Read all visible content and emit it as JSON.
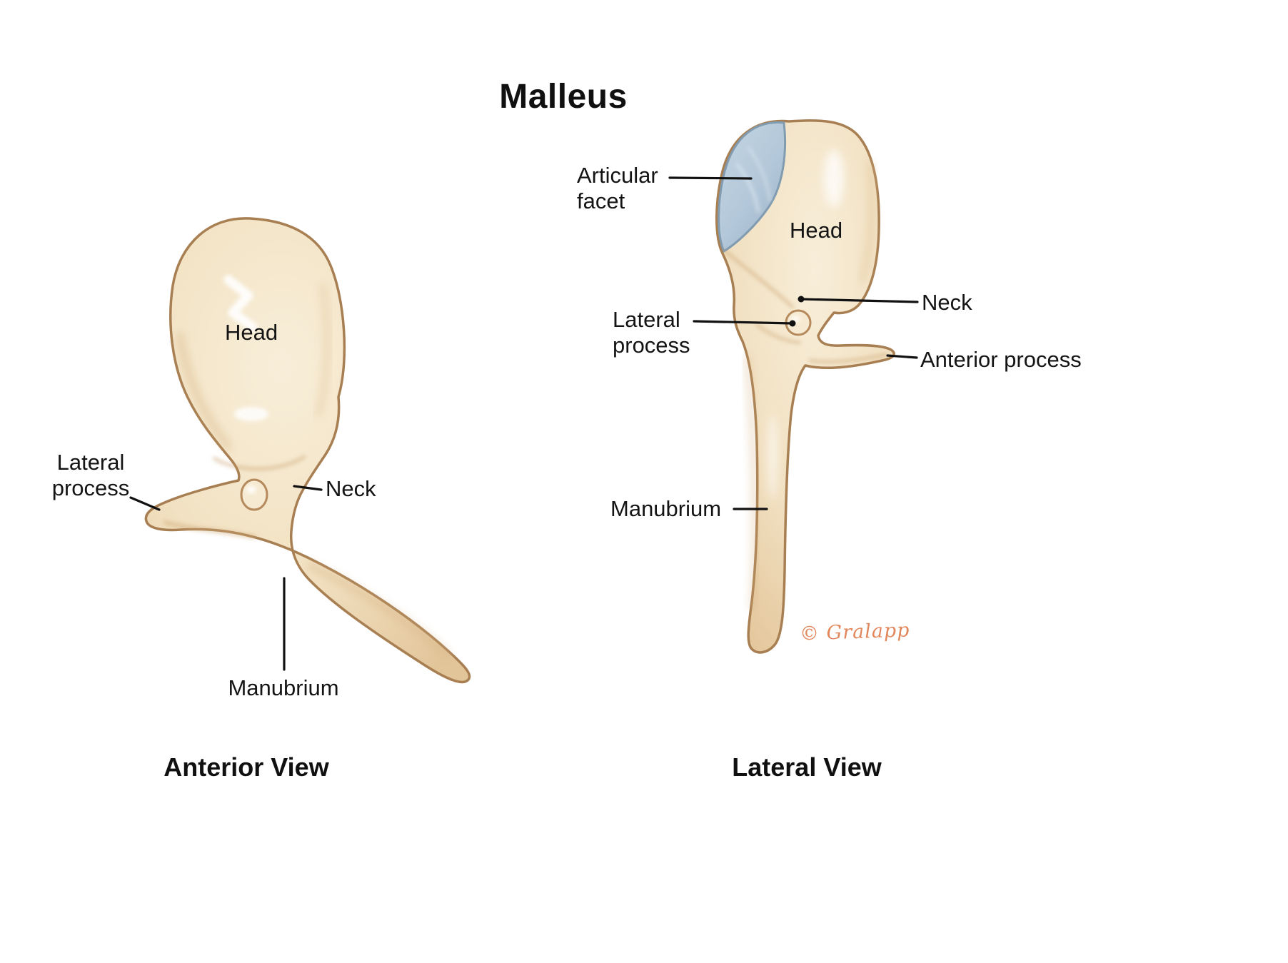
{
  "title": "Malleus",
  "signature": "© Gralapp",
  "colors": {
    "bone_light": "#f7ecd6",
    "bone_mid": "#f1e1c2",
    "bone_edge": "#e2c59b",
    "outline": "#a87f52",
    "shade": "#c9a06d",
    "facet_fill": "#b5c9da",
    "facet_edge": "#819bb0",
    "label_text": "#141414",
    "leader_line": "#111111",
    "signature": "#e2875c"
  },
  "views": {
    "anterior": {
      "caption": "Anterior View",
      "labels": {
        "head": "Head",
        "lateral_process": "Lateral\nprocess",
        "neck": "Neck",
        "manubrium": "Manubrium"
      }
    },
    "lateral": {
      "caption": "Lateral View",
      "labels": {
        "articular_facet": "Articular\nfacet",
        "head": "Head",
        "neck": "Neck",
        "lateral_process": "Lateral\nprocess",
        "anterior_process": "Anterior process",
        "manubrium": "Manubrium"
      }
    }
  }
}
